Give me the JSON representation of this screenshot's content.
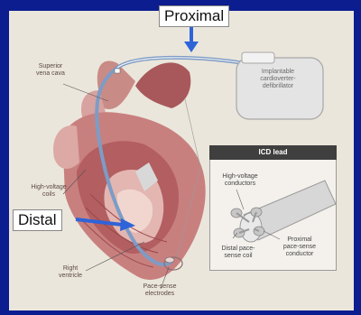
{
  "callouts": {
    "proximal": "Proximal",
    "distal": "Distal"
  },
  "anatomy_labels": {
    "superior_vena_cava": "Superior\nvena cava",
    "high_voltage_coils": "High-voltage\ncoils",
    "right_ventricle": "Right\nventricle",
    "pace_sense_electrodes": "Pace-sense\nelectrodes"
  },
  "device": {
    "label": "Implantable\ncardioverter-\ndefibrillator"
  },
  "inset": {
    "title": "ICD lead",
    "high_voltage_conductors": "High-voltage\nconductors",
    "distal_coil": "Distal pace-\nsense coil",
    "proximal_conductor": "Proximal\npace-sense\nconductor"
  },
  "colors": {
    "background": "#0b1d8f",
    "arrow": "#2f63d8",
    "lead": "#7d9cc6"
  }
}
